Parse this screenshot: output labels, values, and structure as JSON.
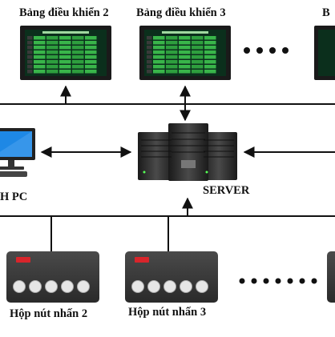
{
  "labels": {
    "board2": "Bảng điều khiển 2",
    "board3": "Bảng điều khiển 3",
    "board_partial": "B",
    "pc": "H PC",
    "server": "SERVER",
    "box2": "Hộp nút nhấn 2",
    "box3": "Hộp nút nhấn 3"
  },
  "colors": {
    "line": "#111111",
    "screen_bg": "#0b2f1c",
    "cell_green": "#39b54a",
    "cell_dark": "#3a3a3a",
    "box_body": "#3a3a3a",
    "box_indicator": "#d8252b",
    "box_button": "#e6e6e6",
    "pc_screen": "#1e88e5",
    "server_body": "#2a2a2a"
  },
  "icons": {
    "board": "control-panel-monitor-icon",
    "pc": "desktop-pc-icon",
    "server": "server-rack-icon",
    "box": "push-button-box-icon",
    "more": "ellipsis-icon"
  }
}
